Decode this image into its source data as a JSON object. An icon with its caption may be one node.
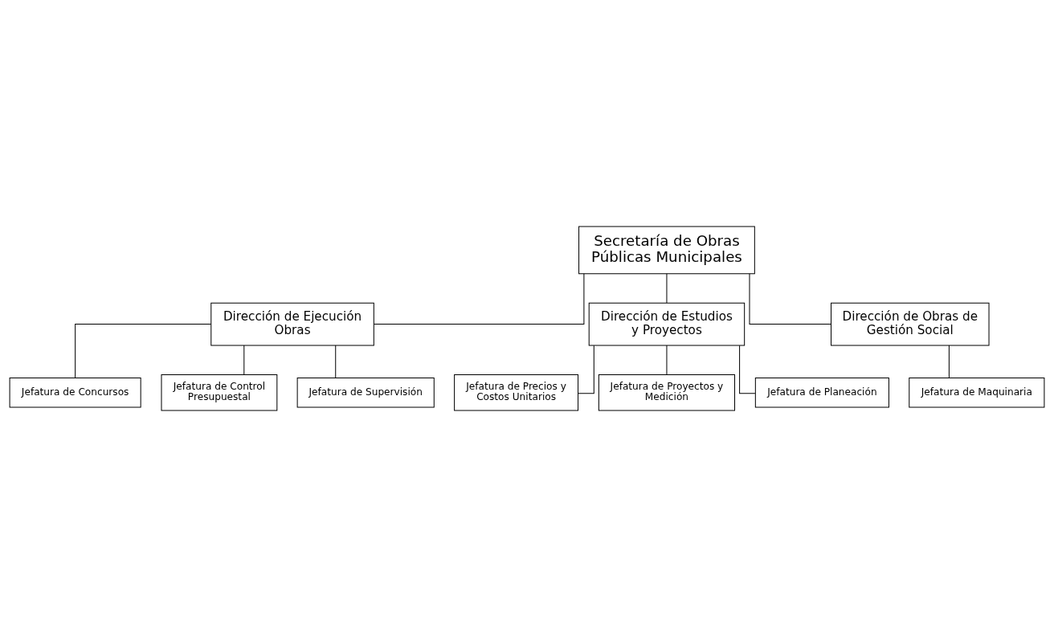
{
  "diagram": {
    "nodes": [
      {
        "text": [
          "Secretaría de Obras Públicas Municipales"
        ]
      },
      {
        "text": [
          "Dirección de Ejecución Obras"
        ]
      },
      {
        "text": [
          "Dirección de Estudios y Proyectos"
        ]
      },
      {
        "text": [
          "Dirección de Obras de Gestión Social"
        ]
      },
      {
        "text": [
          "Jefatura de Concursos"
        ]
      },
      {
        "text": [
          "Jefatura de Control Presupuestal"
        ]
      },
      {
        "text": [
          "Jefatura de Supervisión"
        ]
      },
      {
        "text": [
          "Jefatura de Precios y Costos Unitarios"
        ]
      },
      {
        "text": [
          "Jefatura de Proyectos y Medición"
        ]
      },
      {
        "text": [
          "Jefatura de Planeación"
        ]
      },
      {
        "text": [
          "Jefatura de Maquinaria"
        ]
      }
    ],
    "edges": [
      {
        "from": 0,
        "to": 1,
        "arrow": "none"
      },
      {
        "from": 0,
        "to": 2,
        "arrow": "none"
      },
      {
        "from": 0,
        "to": 3,
        "arrow": "none"
      },
      {
        "from": 1,
        "to": 4,
        "arrow": "none"
      },
      {
        "from": 1,
        "to": 5,
        "arrow": "none"
      },
      {
        "from": 1,
        "to": 6,
        "arrow": "none"
      },
      {
        "from": 2,
        "to": 7,
        "arrow": "none"
      },
      {
        "from": 2,
        "to": 8,
        "arrow": "none"
      },
      {
        "from": 2,
        "to": 9,
        "arrow": "none"
      },
      {
        "from": 3,
        "to": 10,
        "arrow": "none"
      }
    ]
  }
}
